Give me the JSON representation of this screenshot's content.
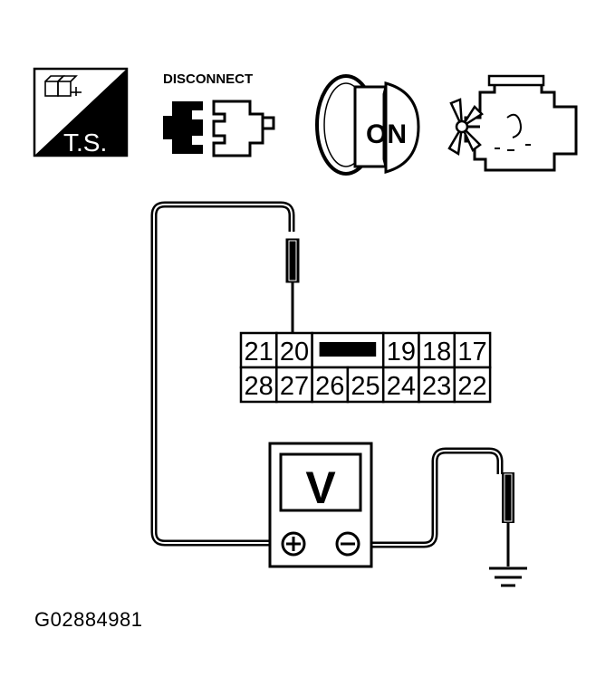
{
  "icons": {
    "ts_label": "T.S.",
    "disconnect_label": "DISCONNECT",
    "ignition_label": "ON"
  },
  "connector": {
    "top_row": [
      "21",
      "20",
      "",
      "19",
      "18",
      "17"
    ],
    "bottom_row": [
      "28",
      "27",
      "26",
      "25",
      "24",
      "23",
      "22"
    ]
  },
  "meter": {
    "label": "V",
    "positive": "+",
    "negative": "−"
  },
  "figure_id": "G02884981",
  "colors": {
    "ink": "#000000",
    "paper": "#ffffff"
  }
}
